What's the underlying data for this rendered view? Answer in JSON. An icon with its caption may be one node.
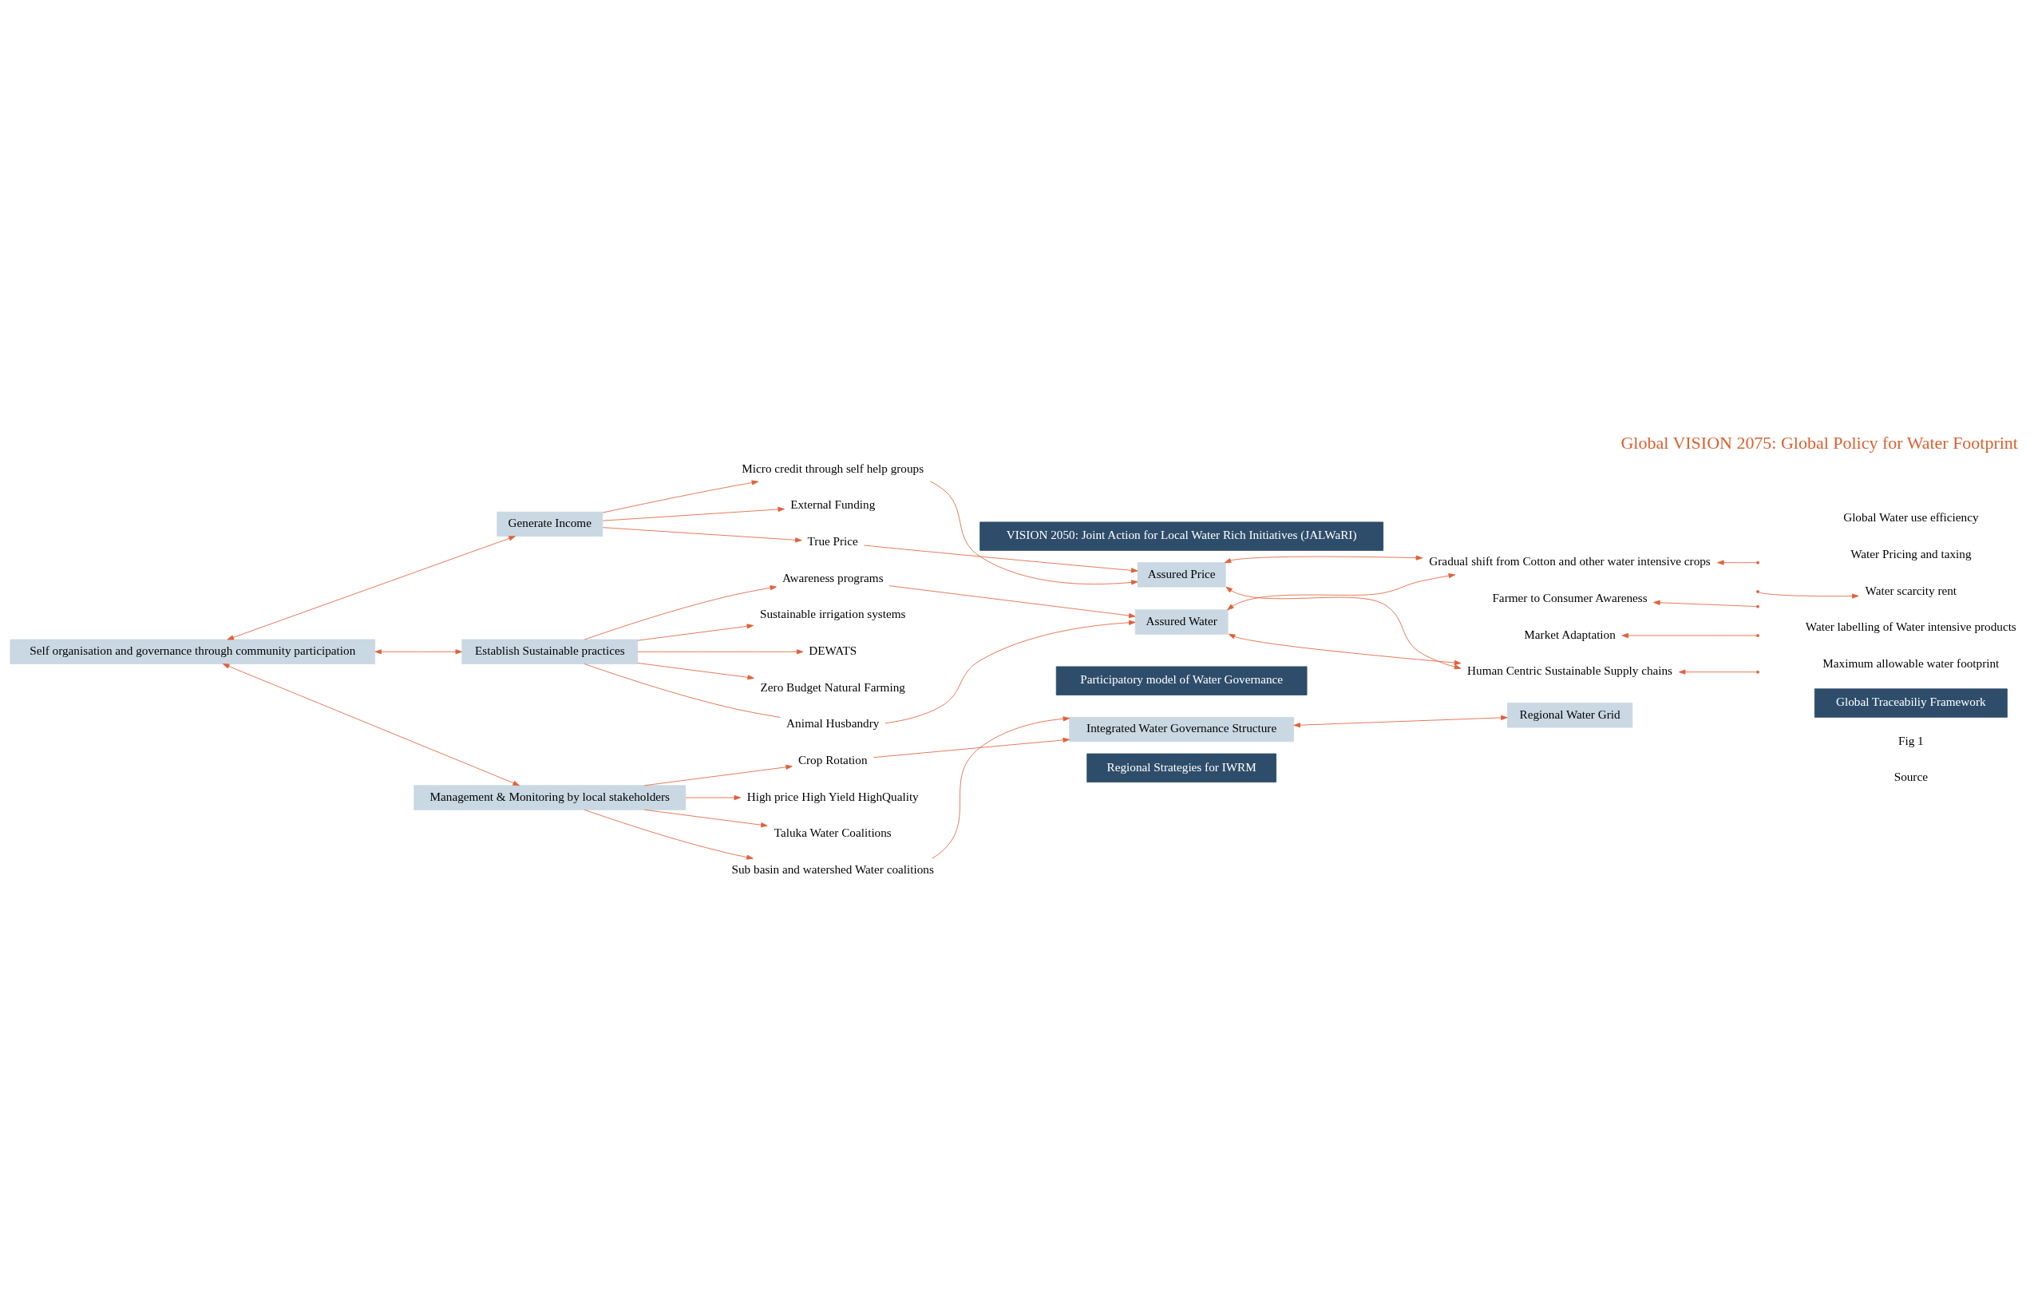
{
  "diagram": {
    "title": "Global VISION 2075: Global Policy for Water Footprint",
    "nodes": [
      {
        "text": [
          "VISION 2050: Joint Action for Local Water Rich Initiatives (JALWaRI)"
        ]
      },
      {
        "text": [
          "Self organisation and governance through community participation"
        ]
      },
      {
        "text": [
          "Generate Income"
        ]
      },
      {
        "text": [
          "Establish Sustainable practices"
        ]
      },
      {
        "text": [
          "Management & Monitoring by local stakeholders"
        ]
      },
      {
        "text": [
          "Micro credit through self help groups"
        ]
      },
      {
        "text": [
          "External Funding"
        ]
      },
      {
        "text": [
          "True Price"
        ]
      },
      {
        "text": [
          "Awareness programs"
        ]
      },
      {
        "text": [
          "Sustainable irrigation systems"
        ]
      },
      {
        "text": [
          "DEWATS"
        ]
      },
      {
        "text": [
          "Zero Budget Natural Farming"
        ]
      },
      {
        "text": [
          "Animal Husbandry"
        ]
      },
      {
        "text": [
          "Assured Price"
        ]
      },
      {
        "text": [
          "Assured Water"
        ]
      },
      {
        "text": [
          "Gradual shift from Cotton and other water intensive crops"
        ]
      },
      {
        "text": [
          "Farmer to Consumer Awareness"
        ]
      },
      {
        "text": [
          "Market Adaptation"
        ]
      },
      {
        "text": [
          "Human Centric Sustainable Supply chains"
        ]
      },
      {
        "text": [
          "Global Water use efficiency"
        ]
      },
      {
        "text": [
          "Water Pricing and taxing"
        ]
      },
      {
        "text": [
          "Water scarcity rent"
        ]
      },
      {
        "text": [
          "Water labelling of Water intensive products"
        ]
      },
      {
        "text": [
          "Maximum allowable water footprint"
        ]
      },
      {
        "text": [
          "Global Traceabiliy Framework"
        ]
      },
      {
        "text": [
          "Participatory model of Water Governance"
        ]
      },
      {
        "text": [
          "Crop Rotation"
        ]
      },
      {
        "text": [
          "High price High Yield HighQuality"
        ]
      },
      {
        "text": [
          "Taluka Water Coalitions"
        ]
      },
      {
        "text": [
          "Sub basin and watershed Water coalitions"
        ]
      },
      {
        "text": [
          "Integrated Water Governance Structure"
        ]
      },
      {
        "text": [
          "Regional Water Grid"
        ]
      },
      {
        "text": [
          "Regional Strategies for IWRM"
        ]
      }
    ],
    "edges": [
      {
        "from": 1,
        "to": 2,
        "arrow": "both"
      },
      {
        "from": 1,
        "to": 3,
        "arrow": "both"
      },
      {
        "from": 1,
        "to": 4,
        "arrow": "both"
      },
      {
        "from": 2,
        "to": 5,
        "arrow": "to"
      },
      {
        "from": 2,
        "to": 6,
        "arrow": "to"
      },
      {
        "from": 2,
        "to": 7,
        "arrow": "to"
      },
      {
        "from": 5,
        "to": 13,
        "arrow": "to"
      },
      {
        "from": 7,
        "to": 13,
        "arrow": "to"
      },
      {
        "from": 3,
        "to": 8,
        "arrow": "to"
      },
      {
        "from": 3,
        "to": 9,
        "arrow": "to"
      },
      {
        "from": 3,
        "to": 10,
        "arrow": "to"
      },
      {
        "from": 3,
        "to": 11,
        "arrow": "to"
      },
      {
        "from": 3,
        "to": 12,
        "arrow": "none"
      },
      {
        "from": 8,
        "to": 14,
        "arrow": "to"
      },
      {
        "from": 12,
        "to": 14,
        "arrow": "to"
      },
      {
        "from": 13,
        "to": 15,
        "arrow": "both"
      },
      {
        "from": 13,
        "to": 18,
        "arrow": "both"
      },
      {
        "from": 14,
        "to": 15,
        "arrow": "both"
      },
      {
        "from": 14,
        "to": 18,
        "arrow": "both"
      },
      {
        "from": null,
        "to": 15,
        "arrow": "to"
      },
      {
        "from": null,
        "to": 16,
        "arrow": "to"
      },
      {
        "from": null,
        "to": 17,
        "arrow": "to"
      },
      {
        "from": null,
        "to": 18,
        "arrow": "to"
      },
      {
        "from": null,
        "to": 21,
        "arrow": "to"
      },
      {
        "from": 4,
        "to": 26,
        "arrow": "to"
      },
      {
        "from": 4,
        "to": 27,
        "arrow": "to"
      },
      {
        "from": 4,
        "to": 28,
        "arrow": "to"
      },
      {
        "from": 4,
        "to": 29,
        "arrow": "to"
      },
      {
        "from": 26,
        "to": 30,
        "arrow": "to"
      },
      {
        "from": 29,
        "to": 30,
        "arrow": "to"
      },
      {
        "from": 30,
        "to": 31,
        "arrow": "both"
      }
    ],
    "labels": [
      "Fig 1",
      "Source"
    ]
  }
}
